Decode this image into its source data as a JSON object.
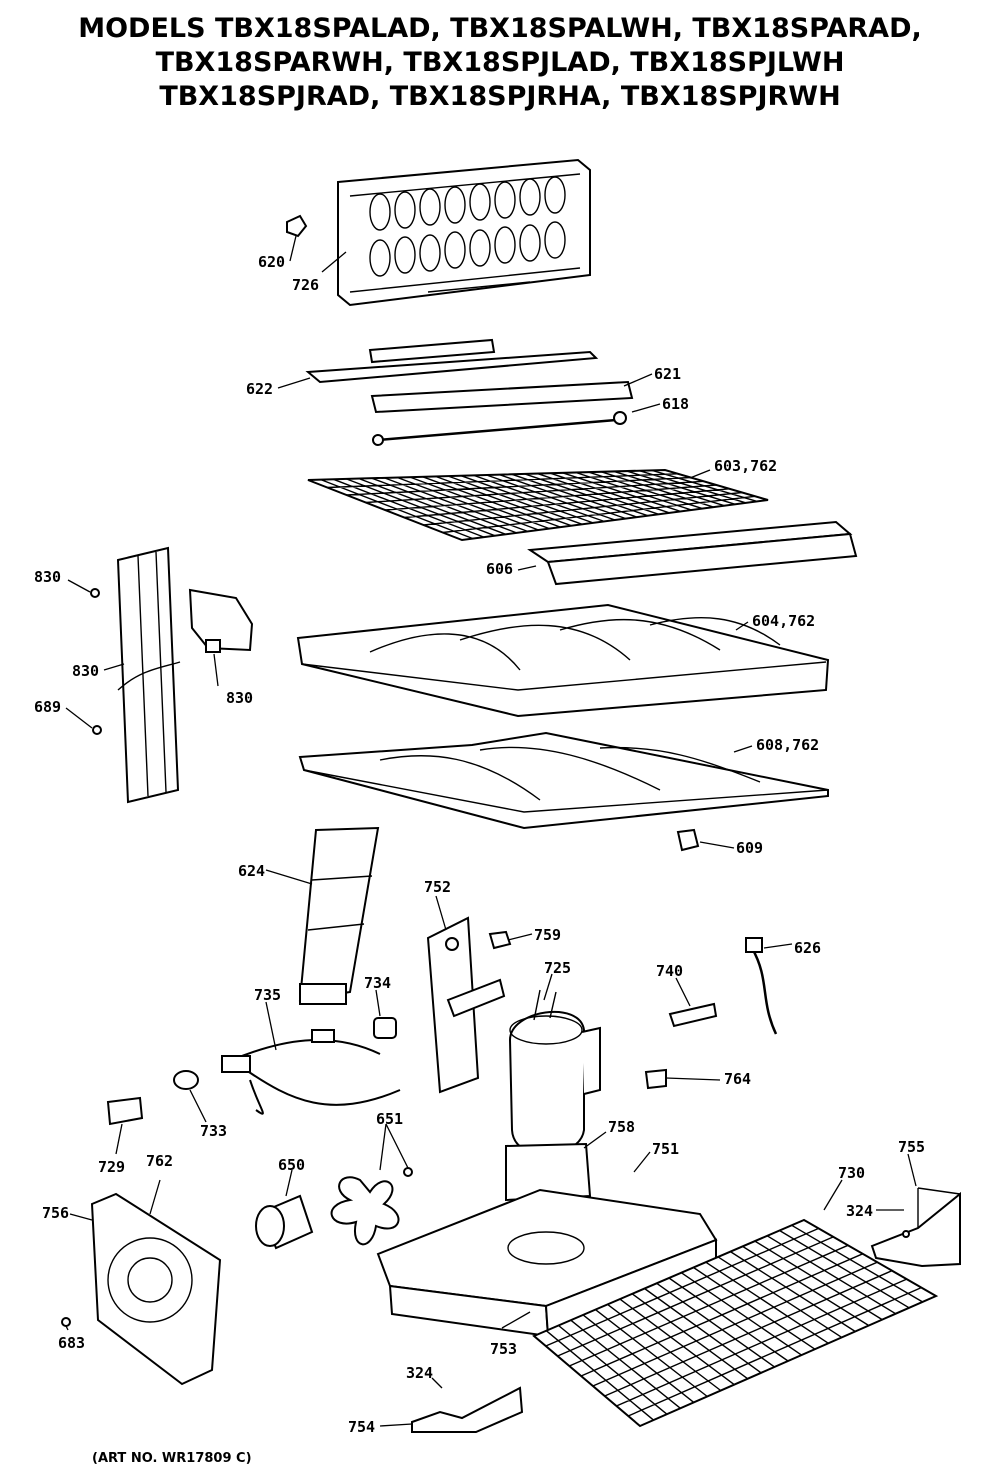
{
  "title_lines": [
    "MODELS TBX18SPALAD, TBX18SPALWH, TBX18SPARAD,",
    "TBX18SPARWH, TBX18SPJLAD, TBX18SPJLWH",
    "TBX18SPJRAD, TBX18SPJRHA, TBX18SPJRWH"
  ],
  "callouts": {
    "p620": "620",
    "p726": "726",
    "p622": "622",
    "p621": "621",
    "p618": "618",
    "p603_762": "603,762",
    "p606": "606",
    "p604_762": "604,762",
    "p608_762": "608,762",
    "p609": "609",
    "p830_a": "830",
    "p830_b": "830",
    "p830_c": "830",
    "p689": "689",
    "p624": "624",
    "p752": "752",
    "p759": "759",
    "p725": "725",
    "p740": "740",
    "p626": "626",
    "p735": "735",
    "p734": "734",
    "p733": "733",
    "p729": "729",
    "p762": "762",
    "p651": "651",
    "p650": "650",
    "p758": "758",
    "p751": "751",
    "p764": "764",
    "p730": "730",
    "p755": "755",
    "p324_a": "324",
    "p756": "756",
    "p683": "683",
    "p753": "753",
    "p324_b": "324",
    "p754": "754"
  },
  "art_number": "(ART NO. WR17809 C)"
}
